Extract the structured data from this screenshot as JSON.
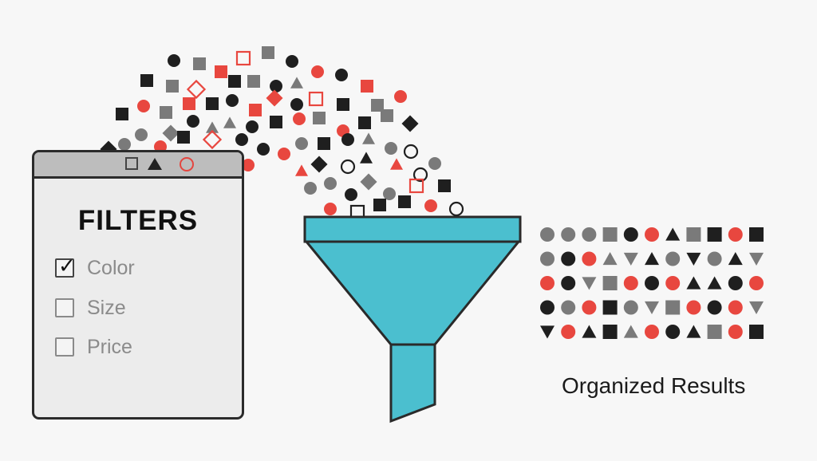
{
  "filter_panel": {
    "heading": "FILTERS",
    "titlebar_icons": [
      "square-outline-icon",
      "triangle-icon",
      "circle-outline-icon"
    ],
    "options": [
      {
        "label": "Color",
        "checked": true
      },
      {
        "label": "Size",
        "checked": false
      },
      {
        "label": "Price",
        "checked": false
      }
    ]
  },
  "funnel": {
    "color": "#4bbfcf",
    "stroke": "#2a2a2a"
  },
  "results": {
    "label": "Organized Results"
  },
  "colors": {
    "black": "#1f1f1f",
    "gray": "#7a7a7a",
    "red": "#e8473f",
    "panel": "#ececec",
    "titlebar": "#bdbdbd"
  },
  "result_grid": [
    [
      "gray-circle",
      "gray-circle",
      "gray-circle",
      "gray-square",
      "black-circle",
      "red-circle",
      "black-triangle",
      "gray-square",
      "black-square",
      "red-circle",
      "black-square"
    ],
    [
      "gray-circle",
      "black-circle",
      "red-circle",
      "gray-triangle",
      "gray-down-triangle",
      "black-triangle",
      "gray-circle",
      "black-down-triangle",
      "gray-circle",
      "black-triangle",
      "gray-down-triangle"
    ],
    [
      "red-circle",
      "black-circle",
      "gray-down-triangle",
      "gray-square",
      "red-circle",
      "black-circle",
      "red-circle",
      "black-triangle",
      "black-triangle",
      "black-circle",
      "red-circle"
    ],
    [
      "black-circle",
      "gray-circle",
      "red-circle",
      "black-square",
      "gray-circle",
      "gray-down-triangle",
      "gray-square",
      "red-circle",
      "black-circle",
      "red-circle",
      "gray-down-triangle"
    ],
    [
      "black-down-triangle",
      "red-circle",
      "black-triangle",
      "black-square",
      "gray-triangle",
      "red-circle",
      "black-circle",
      "black-triangle",
      "gray-square",
      "red-circle",
      "black-square"
    ]
  ]
}
